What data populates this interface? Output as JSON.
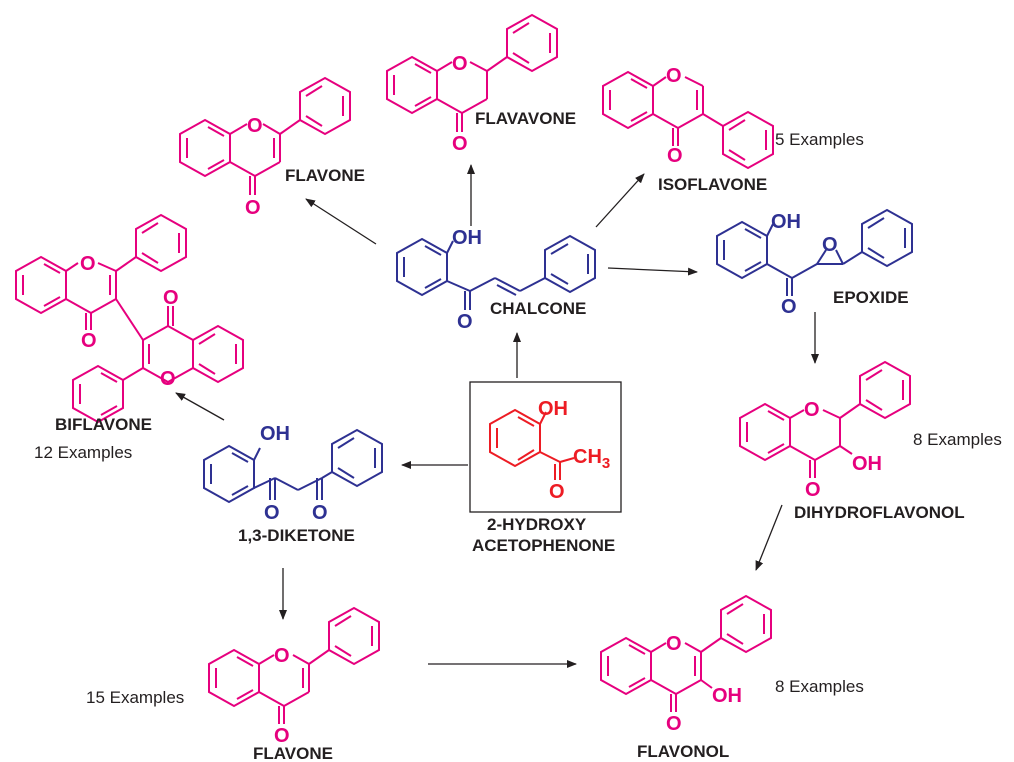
{
  "colors": {
    "product": "#e6007e",
    "intermediate": "#2e3192",
    "start": "#ed1c24",
    "ink": "#231f20"
  },
  "atoms": {
    "O": "O",
    "OH": "OH",
    "CH3": "CH3"
  },
  "compounds": {
    "flavone_top": {
      "label": "FLAVONE"
    },
    "flavanone": {
      "label": "FLAVAVONE"
    },
    "isoflavone": {
      "label": "ISOFLAVONE",
      "examples": "5 Examples"
    },
    "chalcone": {
      "label": "CHALCONE"
    },
    "epoxide": {
      "label": "EPOXIDE"
    },
    "biflavone": {
      "label": "BIFLAVONE",
      "examples": "12 Examples"
    },
    "start": {
      "label_line1": "2-HYDROXY",
      "label_line2": "ACETOPHENONE"
    },
    "diketone": {
      "label": "1,3-DIKETONE"
    },
    "dihydroflavonol": {
      "label": "DIHYDROFLAVONOL",
      "examples": "8 Examples"
    },
    "flavone_bottom": {
      "label": "FLAVONE",
      "examples": "15 Examples"
    },
    "flavonol": {
      "label": "FLAVONOL",
      "examples": "8 Examples"
    }
  }
}
